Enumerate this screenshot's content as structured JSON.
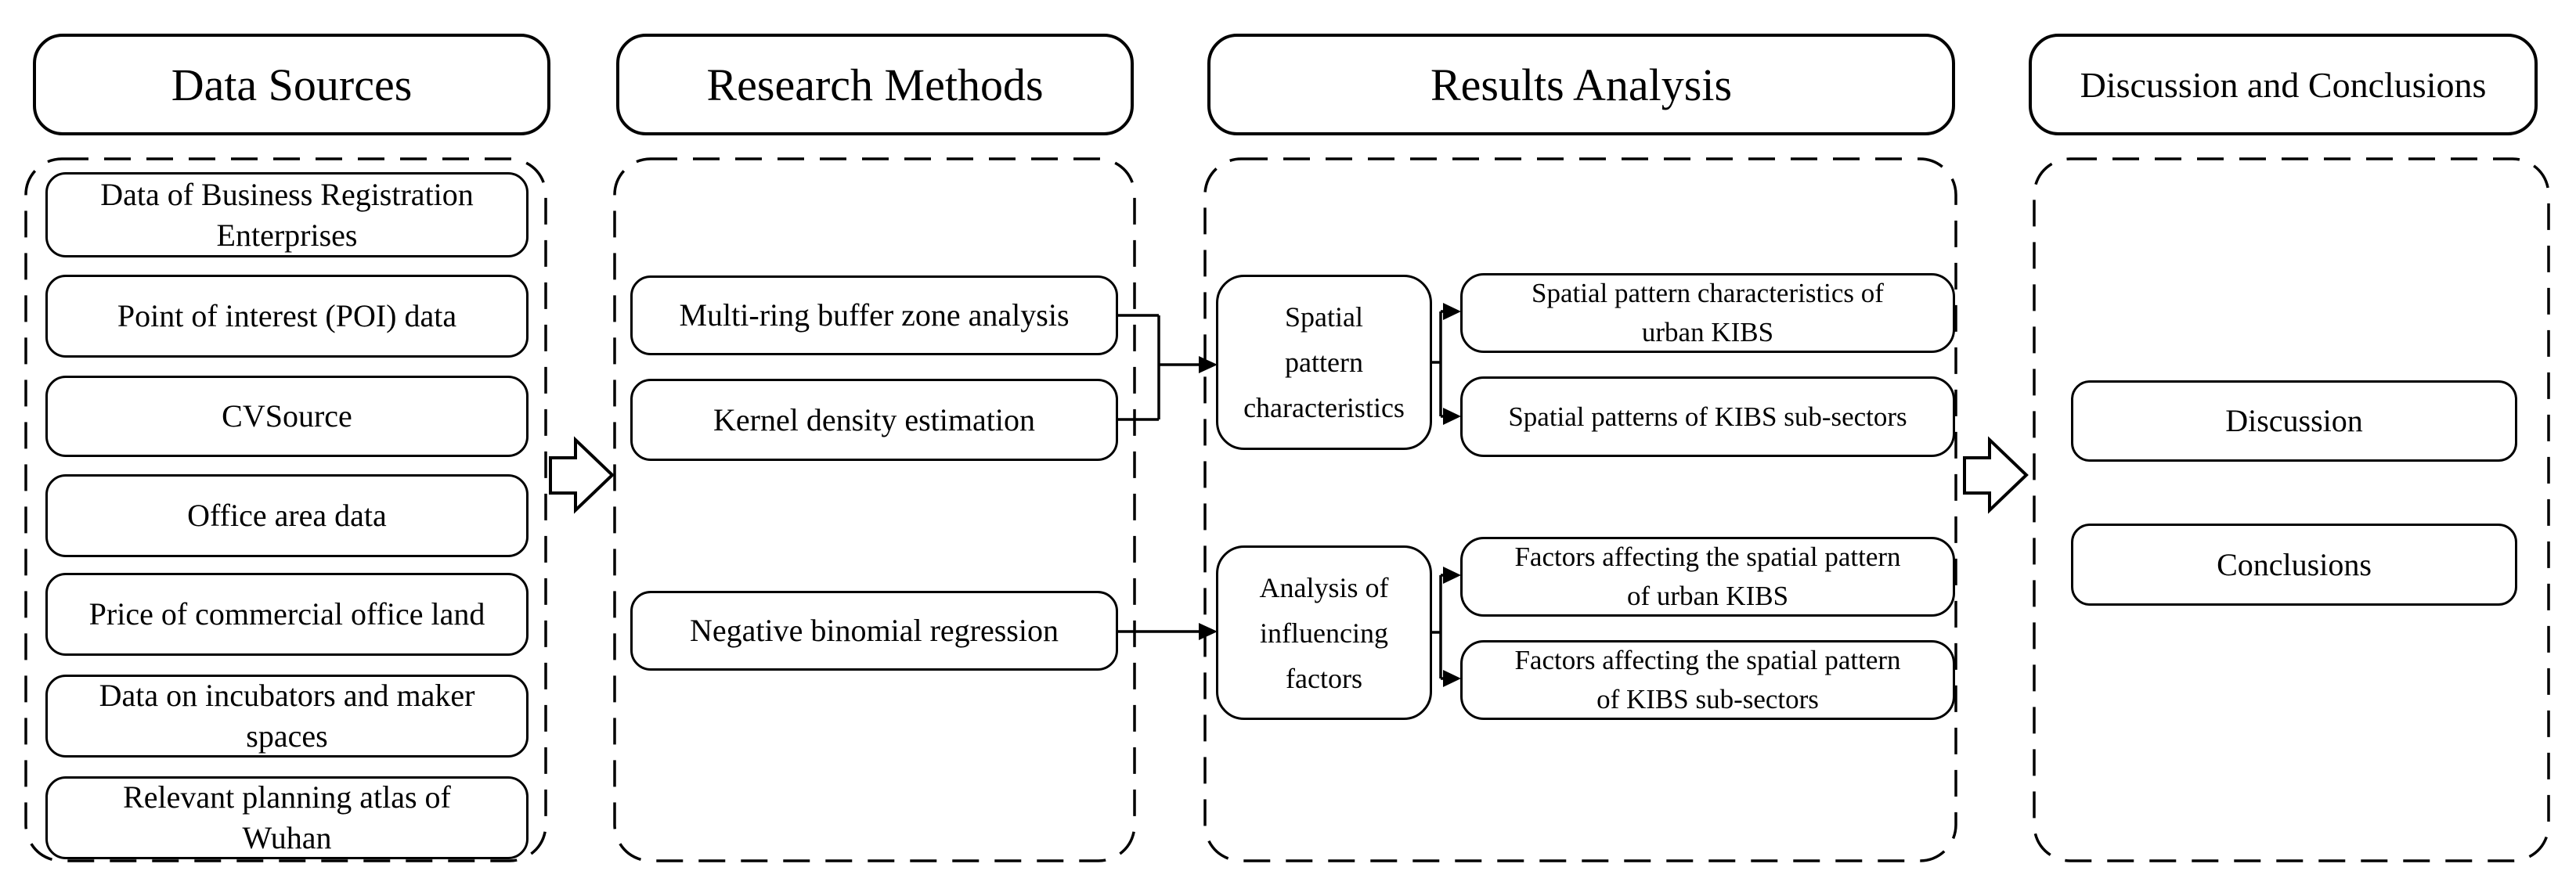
{
  "diagram_title": "Research framework flow diagram",
  "colors": {
    "ink": "#000000",
    "paper": "#ffffff"
  },
  "columns": [
    {
      "id": "data-sources",
      "header": "Data Sources",
      "items": [
        {
          "label": "Data of Business Registration\nEnterprises"
        },
        {
          "label": "Point of interest (POI) data"
        },
        {
          "label": "CVSource"
        },
        {
          "label": "Office area data"
        },
        {
          "label": "Price of commercial office land"
        },
        {
          "label": "Data on incubators and maker\nspaces"
        },
        {
          "label": "Relevant planning atlas of\nWuhan"
        }
      ]
    },
    {
      "id": "research-methods",
      "header": "Research Methods",
      "items": [
        {
          "label": "Multi-ring buffer zone analysis"
        },
        {
          "label": "Kernel density estimation"
        },
        {
          "label": "Negative binomial regression"
        }
      ]
    },
    {
      "id": "results-analysis",
      "header": "Results Analysis",
      "groups": [
        {
          "source": {
            "label": "Spatial\npattern\ncharacteristics"
          },
          "outputs": [
            {
              "label": "Spatial pattern characteristics of\nurban KIBS"
            },
            {
              "label": "Spatial patterns of KIBS sub-sectors"
            }
          ]
        },
        {
          "source": {
            "label": "Analysis of\ninfluencing\nfactors"
          },
          "outputs": [
            {
              "label": "Factors affecting the spatial pattern\nof urban KIBS"
            },
            {
              "label": "Factors affecting the spatial pattern\nof KIBS sub-sectors"
            }
          ]
        }
      ]
    },
    {
      "id": "discussion-conclusions",
      "header": "Discussion and Conclusions",
      "items": [
        {
          "label": "Discussion"
        },
        {
          "label": "Conclusions"
        }
      ]
    }
  ]
}
